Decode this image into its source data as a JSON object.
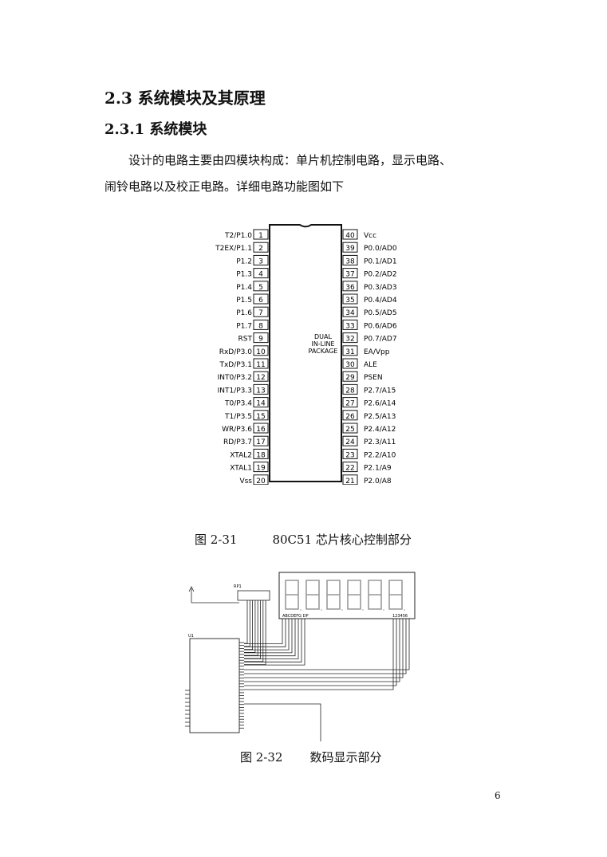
{
  "heading_2": "2.3  系统模块及其原理",
  "heading_3": "2.3.1  系统模块",
  "paragraph_line1": "设计的电路主要由四模块构成：单片机控制电路，显示电路、",
  "paragraph_line2": "闹铃电路以及校正电路。详细电路功能图如下",
  "chip": {
    "center_text": [
      "DUAL",
      "IN-LINE",
      "PACKAGE"
    ],
    "left_pins": [
      {
        "num": "1",
        "name": "T2/P1.0"
      },
      {
        "num": "2",
        "name": "T2EX/P1.1"
      },
      {
        "num": "3",
        "name": "P1.2"
      },
      {
        "num": "4",
        "name": "P1.3"
      },
      {
        "num": "5",
        "name": "P1.4"
      },
      {
        "num": "6",
        "name": "P1.5"
      },
      {
        "num": "7",
        "name": "P1.6"
      },
      {
        "num": "8",
        "name": "P1.7"
      },
      {
        "num": "9",
        "name": "RST"
      },
      {
        "num": "10",
        "name": "RxD/P3.0"
      },
      {
        "num": "11",
        "name": "TxD/P3.1"
      },
      {
        "num": "12",
        "name": "INT0/P3.2"
      },
      {
        "num": "13",
        "name": "INT1/P3.3"
      },
      {
        "num": "14",
        "name": "T0/P3.4"
      },
      {
        "num": "15",
        "name": "T1/P3.5"
      },
      {
        "num": "16",
        "name": "WR/P3.6"
      },
      {
        "num": "17",
        "name": "RD/P3.7"
      },
      {
        "num": "18",
        "name": "XTAL2"
      },
      {
        "num": "19",
        "name": "XTAL1"
      },
      {
        "num": "20",
        "name": "Vss"
      }
    ],
    "right_pins": [
      {
        "num": "40",
        "name": "Vcc"
      },
      {
        "num": "39",
        "name": "P0.0/AD0"
      },
      {
        "num": "38",
        "name": "P0.1/AD1"
      },
      {
        "num": "37",
        "name": "P0.2/AD2"
      },
      {
        "num": "36",
        "name": "P0.3/AD3"
      },
      {
        "num": "35",
        "name": "P0.4/AD4"
      },
      {
        "num": "34",
        "name": "P0.5/AD5"
      },
      {
        "num": "33",
        "name": "P0.6/AD6"
      },
      {
        "num": "32",
        "name": "P0.7/AD7"
      },
      {
        "num": "31",
        "name": "EA/Vpp"
      },
      {
        "num": "30",
        "name": "ALE"
      },
      {
        "num": "29",
        "name": "PSEN"
      },
      {
        "num": "28",
        "name": "P2.7/A15"
      },
      {
        "num": "27",
        "name": "P2.6/A14"
      },
      {
        "num": "26",
        "name": "P2.5/A13"
      },
      {
        "num": "25",
        "name": "P2.4/A12"
      },
      {
        "num": "24",
        "name": "P2.3/A11"
      },
      {
        "num": "23",
        "name": "P2.2/A10"
      },
      {
        "num": "22",
        "name": "P2.1/A9"
      },
      {
        "num": "21",
        "name": "P2.0/A8"
      }
    ]
  },
  "figure1_number": "图 2-31",
  "figure1_title": "80C51 芯片核心控制部分",
  "display_schematic": {
    "rp_label": "RP1",
    "u_label": "U1",
    "segment_pins_label": "ABCDEFG DP",
    "digit_pins_label": "123456",
    "digit_count": 6
  },
  "figure2_number": "图 2-32",
  "figure2_title": "数码显示部分",
  "page_number": "6"
}
